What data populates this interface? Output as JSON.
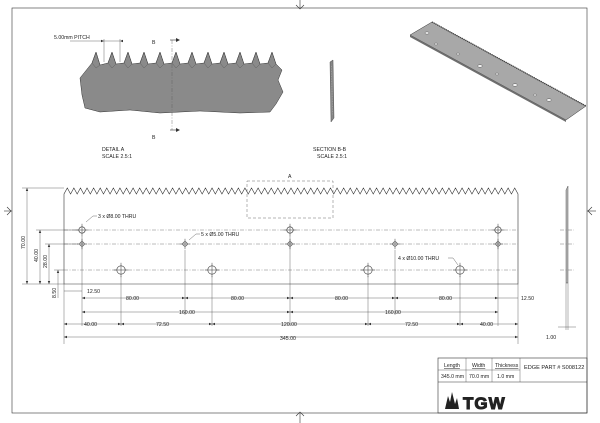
{
  "detail": {
    "pitch_label": "5.00mm PITCH",
    "section_letter": "B",
    "title": "DETAIL  A",
    "scale": "SCALE 2.5:1"
  },
  "section": {
    "title": "SECTION B-B",
    "scale": "SCALE 2.5:1"
  },
  "callouts": {
    "detail_ref": "A",
    "hole8": "3 x Ø8.00 THRU",
    "hole5": "5 x Ø5.00 THRU",
    "hole10": "4 x Ø10.00 THRU"
  },
  "dims": {
    "v70": "70.00",
    "v40": "40.00",
    "v28": "28.00",
    "v850": "8.50",
    "left_1250": "12.50",
    "right_1250": "12.50",
    "d80_1": "80.00",
    "d80_2": "80.00",
    "d80_3": "80.00",
    "d80_4": "80.00",
    "d160_1": "160.00",
    "d160_2": "160.00",
    "d40_1": "40.00",
    "d725_1": "72.50",
    "d120": "120.00",
    "d725_2": "72.50",
    "d40_2": "40.00",
    "total": "345.00",
    "thickness": "1.00"
  },
  "title_block": {
    "length_label": "Length",
    "width_label": "Width",
    "thickness_label": "Thickness",
    "length_value": "345.0 mm",
    "width_value": "70.0 mm",
    "thickness_value": "1.0 mm",
    "part": "EDGE PART # S008122",
    "logo": "TGW"
  }
}
